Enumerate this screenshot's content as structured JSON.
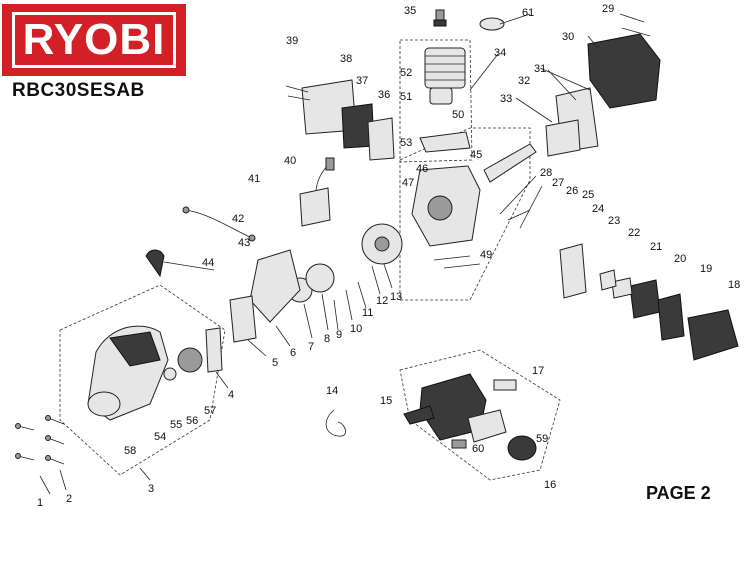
{
  "brand": {
    "logo_text": "RYOBI",
    "color": "#d31f26"
  },
  "model": "RBC30SESAB",
  "page_label": "PAGE 2",
  "callouts": [
    "1",
    "2",
    "3",
    "4",
    "5",
    "6",
    "7",
    "8",
    "9",
    "10",
    "11",
    "12",
    "13",
    "14",
    "15",
    "16",
    "17",
    "18",
    "19",
    "20",
    "21",
    "22",
    "23",
    "24",
    "25",
    "26",
    "27",
    "28",
    "29",
    "30",
    "31",
    "32",
    "33",
    "34",
    "35",
    "36",
    "37",
    "38",
    "39",
    "40",
    "41",
    "42",
    "43",
    "44",
    "45",
    "46",
    "47",
    "49",
    "50",
    "51",
    "52",
    "53",
    "54",
    "55",
    "56",
    "57",
    "58",
    "59",
    "60",
    "61"
  ]
}
